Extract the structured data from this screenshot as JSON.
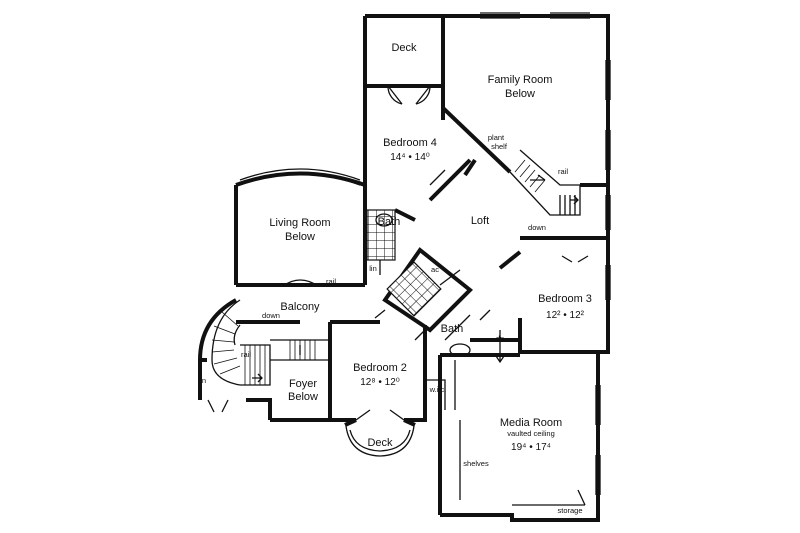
{
  "rooms": {
    "deck_top": "Deck",
    "family_room": [
      "Family Room",
      "Below"
    ],
    "bedroom4": {
      "name": "Bedroom 4",
      "dims": "14⁴  •  14⁰"
    },
    "living_room": [
      "Living Room",
      "Below"
    ],
    "bath_upper": "Bath",
    "loft": "Loft",
    "bedroom3": {
      "name": "Bedroom 3",
      "dims": "12²  •  12²"
    },
    "balcony": "Balcony",
    "bath_center": "Bath",
    "bedroom2": {
      "name": "Bedroom 2",
      "dims": "12⁸  •  12⁰"
    },
    "foyer": [
      "Foyer",
      "Below"
    ],
    "deck_bottom": "Deck",
    "media_room": {
      "name": "Media Room",
      "note": "vaulted ceiling",
      "dims": "19⁴  •  17⁴"
    }
  },
  "notes": {
    "plant_shelf": [
      "plant",
      "shelf"
    ],
    "rail_stair": "rail",
    "down_stair": "down",
    "rail_balcony": "rail",
    "down_curved": "down",
    "rail_curved": "rail",
    "lin": "lin",
    "ac": "ac",
    "dn": "dn",
    "wic": "w.i.c.",
    "shelves": "shelves",
    "storage": "storage",
    "n": "n"
  }
}
